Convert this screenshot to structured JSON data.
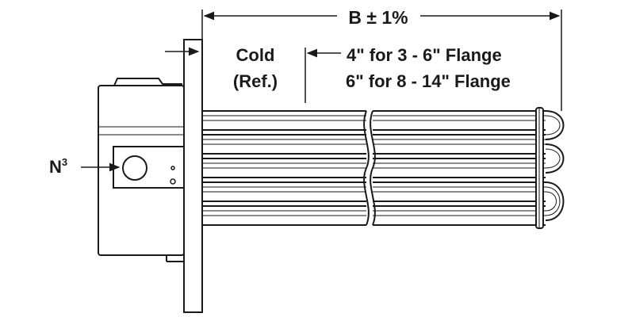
{
  "labels": {
    "dimension_b": "B ± 1%",
    "cold": "Cold",
    "ref": "(Ref.)",
    "length_3_6": "4\" for 3 - 6\" Flange",
    "length_8_14": "6\" for 8 - 14\" Flange",
    "terminal_base": "N",
    "terminal_sup": "3"
  },
  "colors": {
    "line": "#1a1a1a",
    "fill": "#ffffff"
  }
}
